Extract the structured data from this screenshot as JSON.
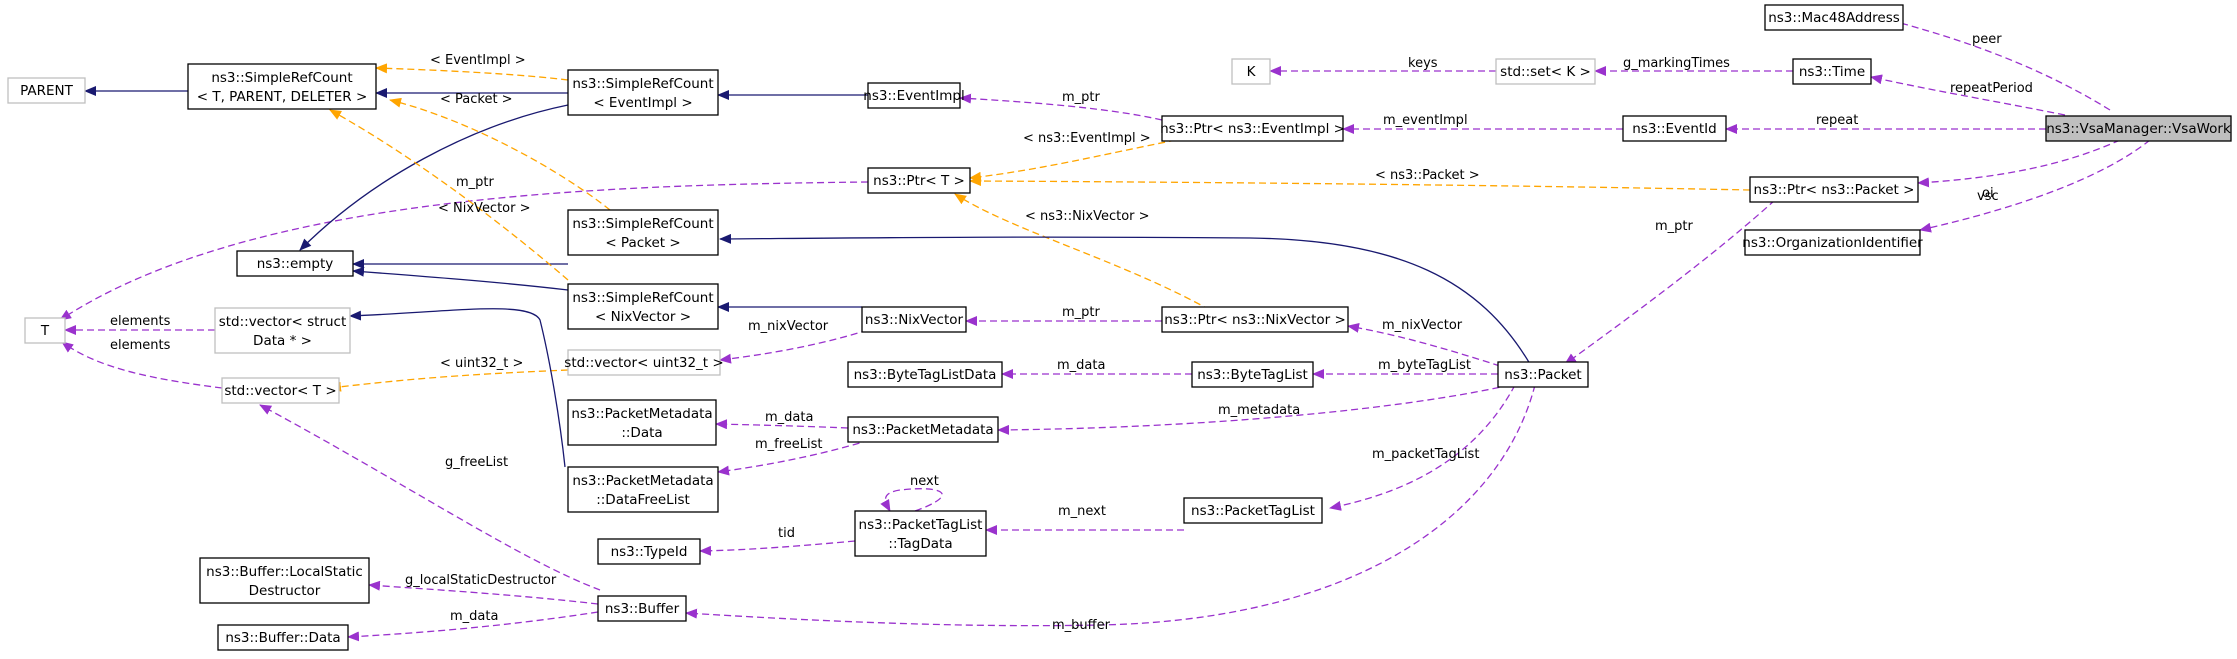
{
  "colors": {
    "use": "#9a32cd",
    "template": "#ffa500",
    "inherit": "#191970",
    "highlight_fill": "#bfbfbf",
    "external_border": "#bfbfbf"
  },
  "nodes": {
    "parent": [
      "PARENT"
    ],
    "simplerefcount_t": [
      "ns3::SimpleRefCount",
      "< T, PARENT, DELETER >"
    ],
    "simplerefcount_eventimpl": [
      "ns3::SimpleRefCount",
      "< EventImpl >"
    ],
    "eventimpl": [
      "ns3::EventImpl"
    ],
    "ptr_eventimpl": [
      "ns3::Ptr< ns3::EventImpl >"
    ],
    "k": [
      "K"
    ],
    "set_k": [
      "std::set< K >"
    ],
    "time": [
      "ns3::Time"
    ],
    "mac48": [
      "ns3::Mac48Address"
    ],
    "eventid": [
      "ns3::EventId"
    ],
    "vsawork": [
      "ns3::VsaManager::VsaWork"
    ],
    "ptr_t": [
      "ns3::Ptr< T >"
    ],
    "ptr_packet": [
      "ns3::Ptr< ns3::Packet >"
    ],
    "orgid": [
      "ns3::OrganizationIdentifier"
    ],
    "empty": [
      "ns3::empty"
    ],
    "simplerefcount_packet": [
      "ns3::SimpleRefCount",
      "< Packet >"
    ],
    "t": [
      "T"
    ],
    "vector_struct": [
      "std::vector< struct",
      "Data * >"
    ],
    "simplerefcount_nixvector": [
      "ns3::SimpleRefCount",
      "< NixVector >"
    ],
    "nixvector": [
      "ns3::NixVector"
    ],
    "ptr_nixvector": [
      "ns3::Ptr< ns3::NixVector >"
    ],
    "vector_t": [
      "std::vector< T >"
    ],
    "vector_uint32": [
      "std::vector< uint32_t >"
    ],
    "bytetaglistdata": [
      "ns3::ByteTagListData"
    ],
    "bytetaglist": [
      "ns3::ByteTagList"
    ],
    "packet": [
      "ns3::Packet"
    ],
    "pm_data": [
      "ns3::PacketMetadata",
      "::Data"
    ],
    "packetmetadata": [
      "ns3::PacketMetadata"
    ],
    "pm_freelist": [
      "ns3::PacketMetadata",
      "::DataFreeList"
    ],
    "packettaglist": [
      "ns3::PacketTagList"
    ],
    "typeid": [
      "ns3::TypeId"
    ],
    "ptl_tagdata": [
      "ns3::PacketTagList",
      "::TagData"
    ],
    "buffer_lsd": [
      "ns3::Buffer::LocalStatic",
      "Destructor"
    ],
    "buffer": [
      "ns3::Buffer"
    ],
    "buffer_data": [
      "ns3::Buffer::Data"
    ]
  },
  "edges": {
    "peer": "peer",
    "repeatPeriod": "repeatPeriod",
    "repeat": "repeat",
    "vsc": "vsc",
    "oi": "oi",
    "keys": "keys",
    "g_markingTimes": "g_markingTimes",
    "m_eventImpl": "m_eventImpl",
    "m_ptr_eventimpl": "m_ptr",
    "tmpl_eventimpl_1": "< EventImpl >",
    "tmpl_packet_1": "< Packet >",
    "tmpl_eventimpl_2": "< ns3::EventImpl >",
    "tmpl_packet_2": "< ns3::Packet >",
    "m_ptr_t": "m_ptr",
    "tmpl_nixvector_1": "< NixVector >",
    "tmpl_nixvector_2": "< ns3::NixVector >",
    "m_ptr_packet": "m_ptr",
    "elements_1": "elements",
    "elements_2": "elements",
    "m_nixVector_1": "m_nixVector",
    "m_ptr_nixvector": "m_ptr",
    "m_nixVector_2": "m_nixVector",
    "tmpl_uint32": "< uint32_t >",
    "m_data_btl": "m_data",
    "m_byteTagList": "m_byteTagList",
    "m_data_pm": "m_data",
    "m_metadata": "m_metadata",
    "m_freeList": "m_freeList",
    "g_freeList": "g_freeList",
    "m_packetTagList": "m_packetTagList",
    "next": "next",
    "m_next": "m_next",
    "tid": "tid",
    "g_localStaticDestructor": "g_localStaticDestructor",
    "m_data_buffer": "m_data",
    "m_buffer": "m_buffer"
  }
}
